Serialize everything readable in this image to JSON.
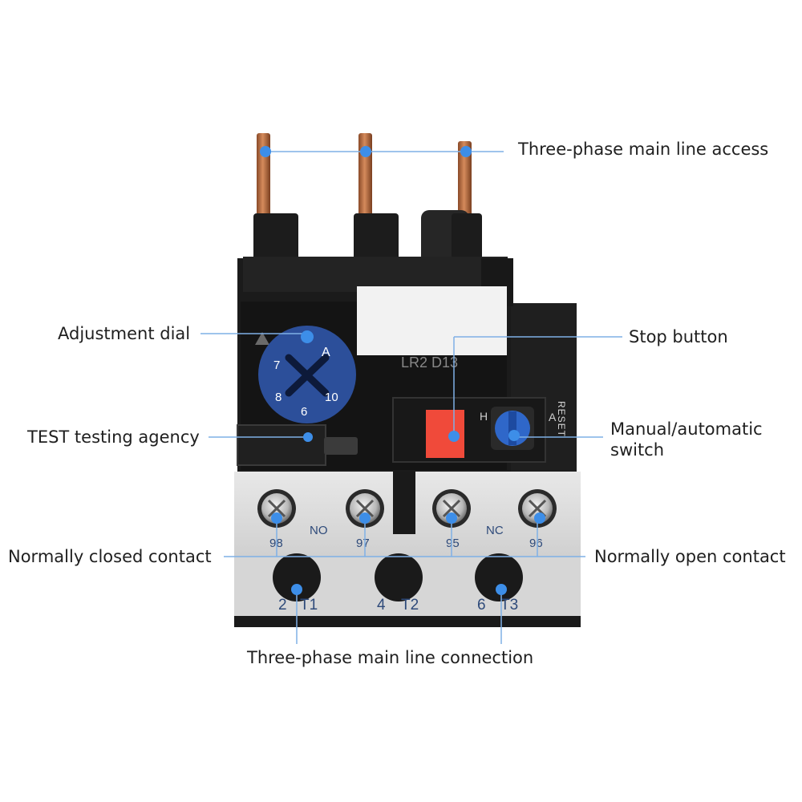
{
  "callouts": {
    "main_line_access": "Three-phase main line access",
    "adjustment_dial": "Adjustment dial",
    "stop_button": "Stop button",
    "test_agency": "TEST testing agency",
    "switch_line1": "Manual/automatic",
    "switch_line2": "switch",
    "normally_closed": "Normally closed contact",
    "normally_open": "Normally open contact",
    "main_line_connection": "Three-phase main line connection"
  },
  "device": {
    "model": "LR2 D13",
    "dial_marks": [
      "A",
      "7",
      "8",
      "6",
      "10"
    ],
    "switch_h": "H",
    "switch_a": "A",
    "reset": "RESET",
    "contact_no": "NO",
    "contact_nc": "NC",
    "aux_terminals": [
      "98",
      "97",
      "95",
      "96"
    ],
    "main_terminals": [
      [
        "2",
        "T1"
      ],
      [
        "4",
        "T2"
      ],
      [
        "6",
        "T3"
      ]
    ]
  },
  "colors": {
    "callout_line": "#7fb0e6",
    "callout_dot": "#3d8ee8",
    "housing": "#1b1b1b",
    "dial": "#2c4f9a",
    "stop": "#f04a3a",
    "terminal_block": "#dcdcdc"
  }
}
